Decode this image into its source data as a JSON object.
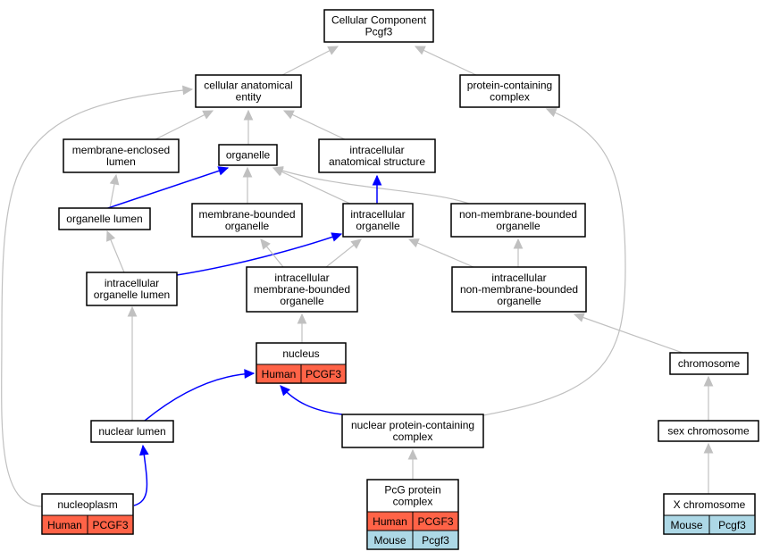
{
  "colors": {
    "grey_edge": "#c0c0c0",
    "blue_edge": "#0000ff",
    "human": "#ff6347",
    "mouse": "#add8e6",
    "node_fill": "#ffffff",
    "node_stroke": "#000000"
  },
  "nodes": {
    "root": {
      "lines": [
        "Cellular Component",
        "Pcgf3"
      ]
    },
    "cae": {
      "lines": [
        "cellular anatomical",
        "entity"
      ]
    },
    "pcc": {
      "lines": [
        "protein-containing",
        "complex"
      ]
    },
    "mel": {
      "lines": [
        "membrane-enclosed",
        "lumen"
      ]
    },
    "org": {
      "lines": [
        "organelle"
      ]
    },
    "ias": {
      "lines": [
        "intracellular",
        "anatomical structure"
      ]
    },
    "ol": {
      "lines": [
        "organelle lumen"
      ]
    },
    "mbo": {
      "lines": [
        "membrane-bounded",
        "organelle"
      ]
    },
    "io": {
      "lines": [
        "intracellular",
        "organelle"
      ]
    },
    "nmbo": {
      "lines": [
        "non-membrane-bounded",
        "organelle"
      ]
    },
    "iol": {
      "lines": [
        "intracellular",
        "organelle lumen"
      ]
    },
    "imbo": {
      "lines": [
        "intracellular",
        "membrane-bounded",
        "organelle"
      ]
    },
    "inmbo": {
      "lines": [
        "intracellular",
        "non-membrane-bounded",
        "organelle"
      ]
    },
    "nuc": {
      "lines": [
        "nucleus"
      ],
      "annotations": [
        {
          "species": "Human",
          "gene": "PCGF3"
        }
      ]
    },
    "chr": {
      "lines": [
        "chromosome"
      ]
    },
    "nl": {
      "lines": [
        "nuclear lumen"
      ]
    },
    "npcc": {
      "lines": [
        "nuclear protein-containing",
        "complex"
      ]
    },
    "sexc": {
      "lines": [
        "sex chromosome"
      ]
    },
    "np": {
      "lines": [
        "nucleoplasm"
      ],
      "annotations": [
        {
          "species": "Human",
          "gene": "PCGF3"
        }
      ]
    },
    "pcg": {
      "lines": [
        "PcG protein",
        "complex"
      ],
      "annotations": [
        {
          "species": "Human",
          "gene": "PCGF3"
        },
        {
          "species": "Mouse",
          "gene": "Pcgf3"
        }
      ]
    },
    "xc": {
      "lines": [
        "X chromosome"
      ],
      "annotations": [
        {
          "species": "Mouse",
          "gene": "Pcgf3"
        }
      ]
    }
  },
  "edges": [
    {
      "from": "cae",
      "to": "root",
      "color": "grey"
    },
    {
      "from": "pcc",
      "to": "root",
      "color": "grey"
    },
    {
      "from": "mel",
      "to": "cae",
      "color": "grey"
    },
    {
      "from": "org",
      "to": "cae",
      "color": "grey"
    },
    {
      "from": "ias",
      "to": "cae",
      "color": "grey"
    },
    {
      "from": "np",
      "to": "cae",
      "color": "grey"
    },
    {
      "from": "ol",
      "to": "mel",
      "color": "grey"
    },
    {
      "from": "ol",
      "to": "org",
      "color": "blue"
    },
    {
      "from": "mbo",
      "to": "org",
      "color": "grey"
    },
    {
      "from": "io",
      "to": "org",
      "color": "grey"
    },
    {
      "from": "nmbo",
      "to": "org",
      "color": "grey"
    },
    {
      "from": "io",
      "to": "ias",
      "color": "blue"
    },
    {
      "from": "iol",
      "to": "ol",
      "color": "grey"
    },
    {
      "from": "iol",
      "to": "io",
      "color": "blue"
    },
    {
      "from": "imbo",
      "to": "mbo",
      "color": "grey"
    },
    {
      "from": "imbo",
      "to": "io",
      "color": "grey"
    },
    {
      "from": "inmbo",
      "to": "io",
      "color": "grey"
    },
    {
      "from": "inmbo",
      "to": "nmbo",
      "color": "grey"
    },
    {
      "from": "nuc",
      "to": "imbo",
      "color": "grey"
    },
    {
      "from": "nl",
      "to": "iol",
      "color": "grey"
    },
    {
      "from": "nl",
      "to": "nuc",
      "color": "blue"
    },
    {
      "from": "npcc",
      "to": "nuc",
      "color": "blue"
    },
    {
      "from": "npcc",
      "to": "pcc",
      "color": "grey"
    },
    {
      "from": "np",
      "to": "nl",
      "color": "blue"
    },
    {
      "from": "pcg",
      "to": "npcc",
      "color": "grey"
    },
    {
      "from": "chr",
      "to": "inmbo",
      "color": "grey"
    },
    {
      "from": "sexc",
      "to": "chr",
      "color": "grey"
    },
    {
      "from": "xc",
      "to": "sexc",
      "color": "grey"
    }
  ]
}
